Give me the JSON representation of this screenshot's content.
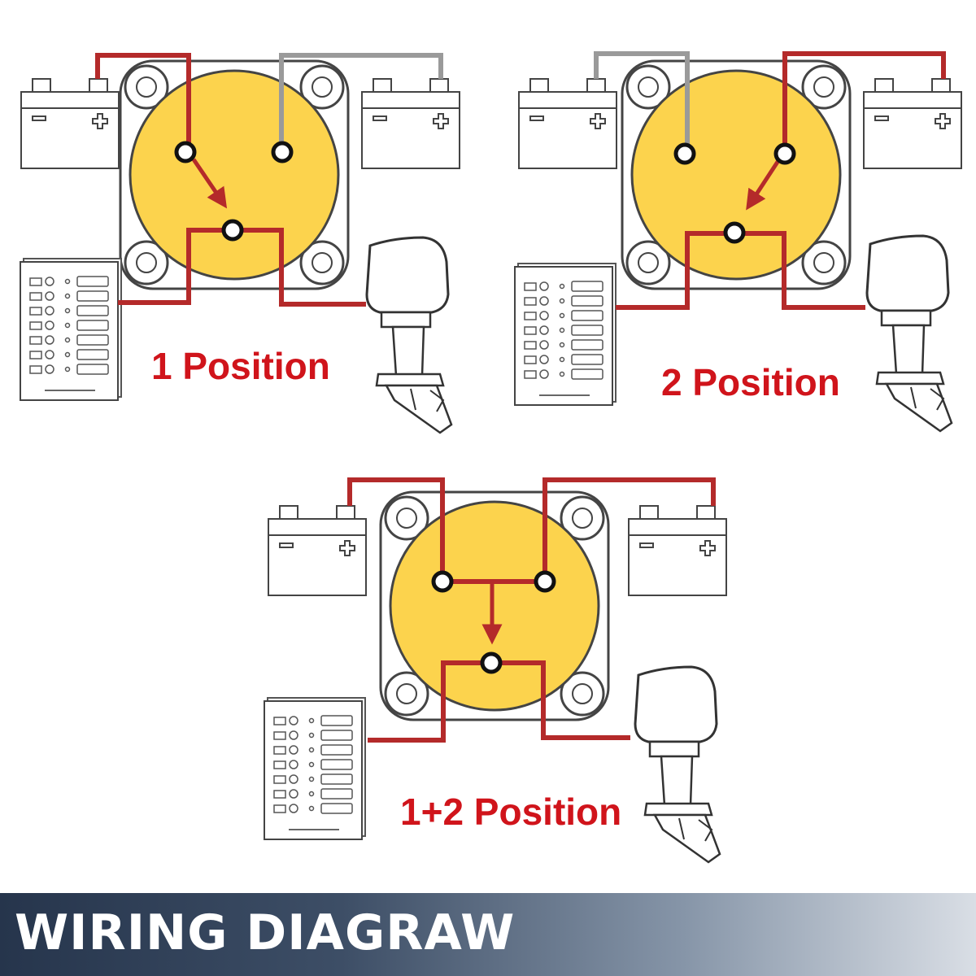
{
  "title": "WIRING DIAGRAW",
  "colors": {
    "live_wire": "#b42a2a",
    "inactive_wire": "#9a9a9a",
    "switch_face": "#fcd34d",
    "label": "#d0141b",
    "footer_start": "#26354c",
    "footer_end": "#d9dee5"
  },
  "panels": [
    {
      "label": "1 Position"
    },
    {
      "label": "2 Position"
    },
    {
      "label": "1+2 Position"
    }
  ],
  "icons": [
    "battery-icon",
    "battery-switch-icon",
    "fuse-panel-icon",
    "outboard-motor-icon",
    "flow-arrow-icon"
  ]
}
